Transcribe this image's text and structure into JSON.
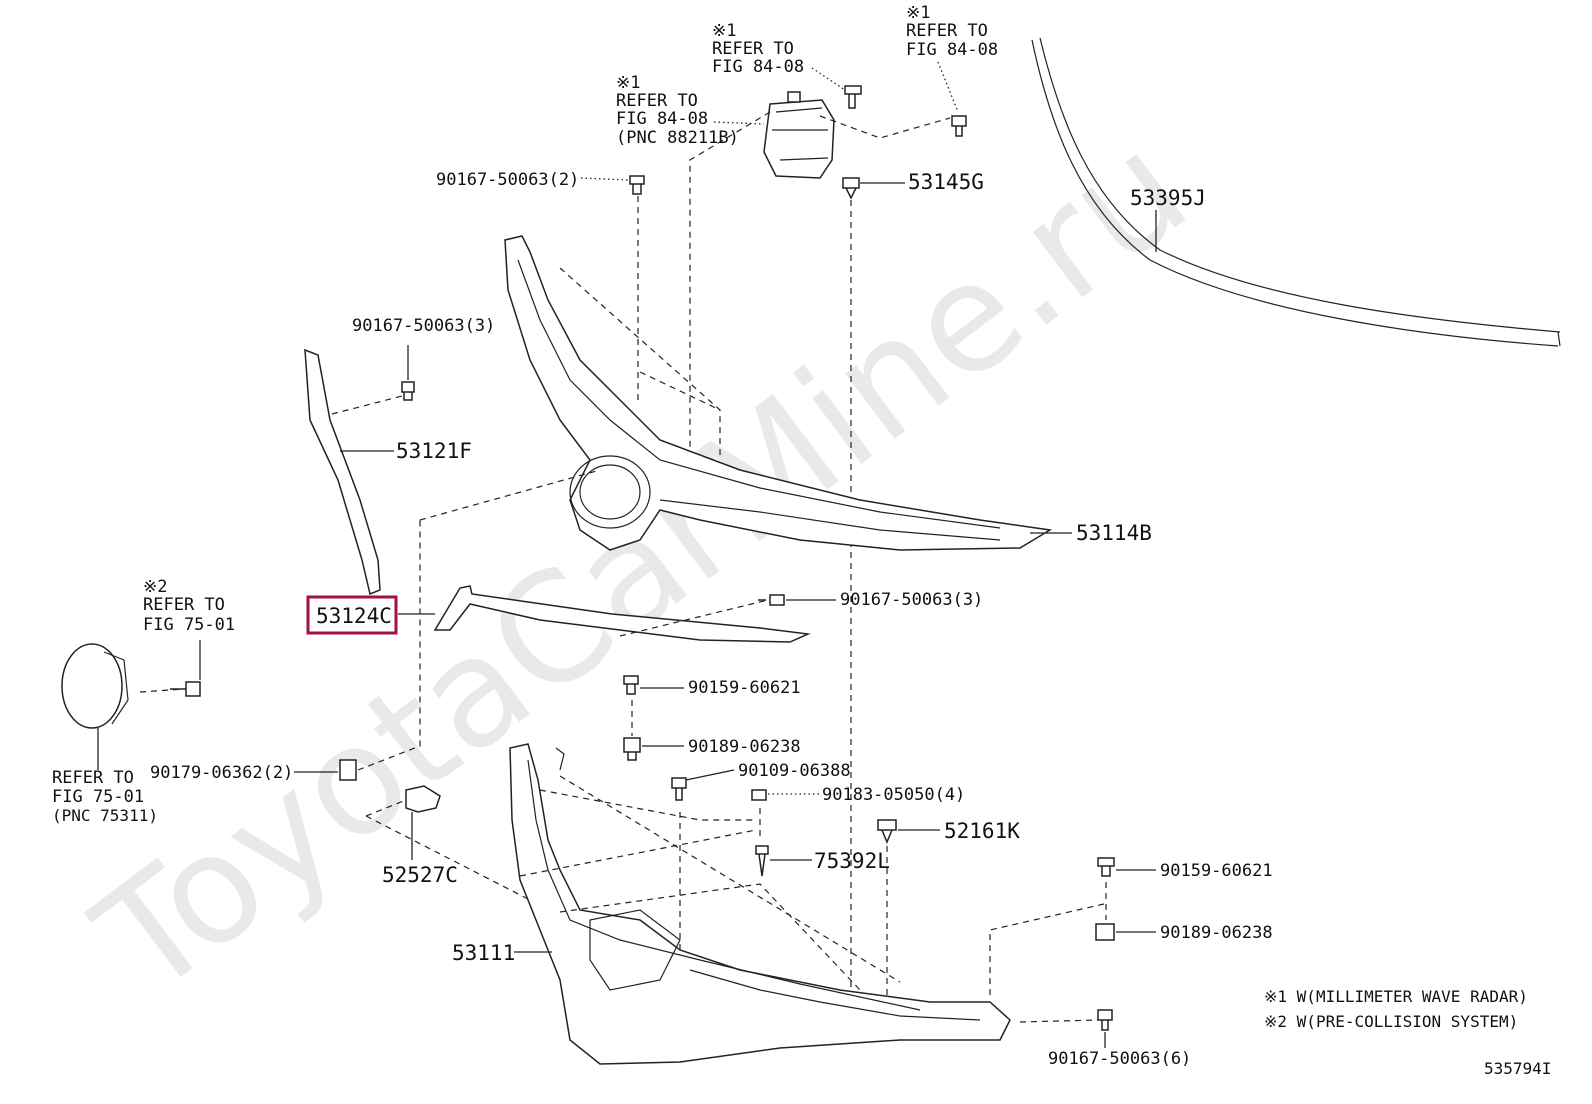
{
  "watermark": "ToyotaCarMine.ru",
  "diagram_id": "535794I",
  "highlight_color": "#a3123a",
  "legend": {
    "note1": "※1 W(MILLIMETER WAVE RADAR)",
    "note2": "※2 W(PRE-COLLISION SYSTEM)"
  },
  "refs": {
    "r1": {
      "mark": "※1",
      "line1": "REFER TO",
      "line2": "FIG 84-08"
    },
    "r2": {
      "mark": "※1",
      "line1": "REFER TO",
      "line2": "FIG 84-08"
    },
    "r3": {
      "mark": "※1",
      "line1": "REFER TO",
      "line2": "FIG 84-08",
      "line3": "(PNC 88211B)"
    },
    "r4": {
      "mark": "※2",
      "line1": "REFER TO",
      "line2": "FIG 75-01"
    },
    "r5": {
      "line1": "REFER TO",
      "line2": "FIG 75-01",
      "line3": "(PNC 75311)"
    }
  },
  "parts": {
    "p53395J": "53395J",
    "p53145G": "53145G",
    "p90167_50063_2": "90167-50063(2)",
    "p90167_50063_3a": "90167-50063(3)",
    "p53121F": "53121F",
    "p53114B": "53114B",
    "p53124C": "53124C",
    "p90167_50063_3b": "90167-50063(3)",
    "p90159_60621a": "90159-60621",
    "p90189_06238a": "90189-06238",
    "p90179_06362": "90179-06362(2)",
    "p90109_06388": "90109-06388",
    "p90183_05050": "90183-05050(4)",
    "p52161K": "52161K",
    "p75392L": "75392L",
    "p52527C": "52527C",
    "p53111": "53111",
    "p90159_60621b": "90159-60621",
    "p90189_06238b": "90189-06238",
    "p90167_50063_6": "90167-50063(6)"
  }
}
